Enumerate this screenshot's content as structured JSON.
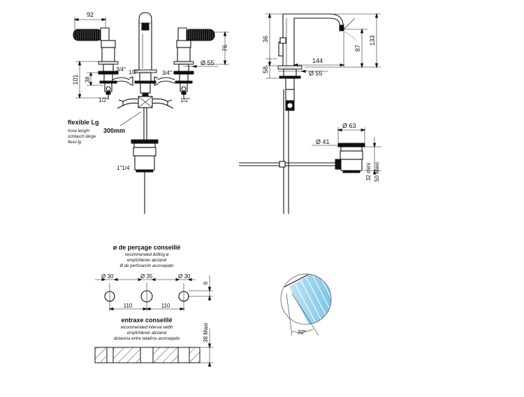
{
  "front_view": {
    "dim_width": "92",
    "dim_height_body": "76",
    "dim_diam_valve": "Ø 55",
    "dim_height_total": "101",
    "dim_height_inner": "38",
    "label_34_left": "3/4\"",
    "label_12_top": "1/2\"",
    "label_34_right": "3/4\"",
    "label_12_left": "1/2\"",
    "label_12_right": "1/2\"",
    "hose_title": "flexible Lg",
    "hose_en": "hose length",
    "hose_de": "schlauch länge",
    "hose_es": "flexo lg",
    "hose_len": "300mm",
    "waste_thread": "1\"1/4"
  },
  "side_view": {
    "dim_36": "36",
    "dim_87": "87",
    "dim_133": "133",
    "dim_58": "58",
    "dim_144": "144",
    "dim_55": "Ø 55",
    "dim_63": "Ø 63",
    "dim_41": "Ø 41",
    "dim_32_mini": "32 mini",
    "dim_50_maxi": "50 Maxi"
  },
  "drilling": {
    "title": "ø de perçage conseillé",
    "en": "recommended drilling ø",
    "de": "empfohlener abstand",
    "es": "Ø de perforación aconsejado",
    "d1": "Ø 30",
    "d2": "Ø 35",
    "d3": "Ø 30",
    "dim_6": "6",
    "sp1": "110",
    "sp2": "110",
    "int_title": "entraxe conseillé",
    "int_en": "recommended interval width",
    "int_de": "empfohlener abstand",
    "int_es": "distancia entre taladros aconsejado",
    "dim_38": "38 Maxi"
  },
  "spray": {
    "angle": "32°"
  }
}
